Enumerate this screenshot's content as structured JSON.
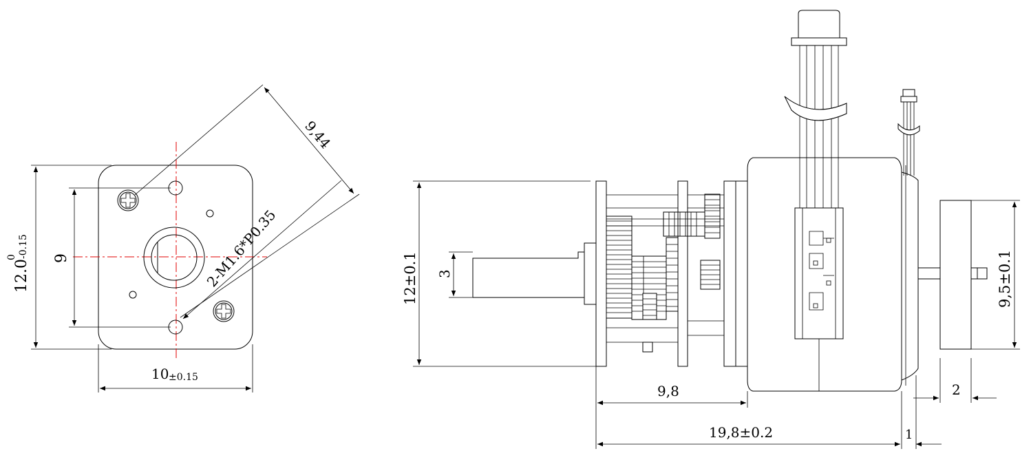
{
  "front_view": {
    "dim_height_base": "12.0",
    "dim_height_tol_upper": "0",
    "dim_height_tol_lower": "-0.15",
    "dim_hole_spacing": "9",
    "dim_width_base": "10",
    "dim_width_tol": "±0.15",
    "dim_diagonal": "9,44",
    "thread_spec": "2-M1.6*P0.35"
  },
  "side_view": {
    "dim_gear_height": "12±0.1",
    "dim_shaft_dia": "3",
    "dim_gearbox_length": "9,8",
    "dim_total_length": "19,8±0.2",
    "dim_flange": "1",
    "dim_rear_offset": "2",
    "dim_motor_dia": "9,5±0.1"
  },
  "colors": {
    "line": "#000000",
    "centerline": "#e00000"
  }
}
